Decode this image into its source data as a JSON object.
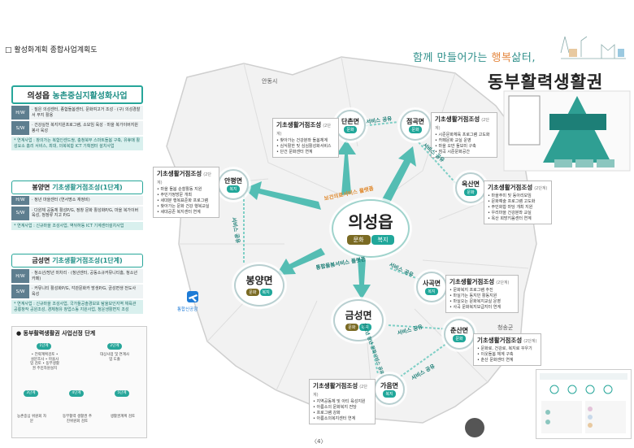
{
  "page": {
    "header": "□ 활성화계획 종합사업계획도",
    "slogan_pre": "함께 만들어가는 ",
    "slogan_hl": "행복",
    "slogan_post": "삶터,",
    "title": "동부활력생활권",
    "page_number": "〈4〉",
    "place_andong": "안동시",
    "place_cheongsong": "청송군",
    "airport_label": "통합신공항"
  },
  "left_sections": [
    {
      "title_pre": "의성읍 ",
      "title_hl": "농촌중심지활성화사업",
      "hw": "· 질은 의성센터, 종합돌봄센터, 문화여고거 조성 · (구) 의성경찰서 부지 활용",
      "sw": "· 건강실천 복지지원프로그램, 소모임 육성 · 마을 복가이버지원봉사 육성",
      "link": "* 연계사업 : 창의가는 복합인센드쌍, 충청북부 스마트돌봄 구축, 유휴매 활성요소 홈리 서비스, 최대, 의복복합 ICT 기획점터 설치사업"
    },
    {
      "title_pre": "봉양면 ",
      "title_hl": "기초생활거점조성",
      "title_suffix": "(1단계)",
      "hw": "· 정년 마을센터 (연서명소 재정비)",
      "sw": "· 다원체 공동체 활성P/G, 정창 문화 활성화P/G, 마을 복가이버 육성, 청정류 지고 P/G",
      "link": "* 연계사업 : 신규마을 조성사업, 역뒤하동 ICT 기계센터설치사업"
    },
    {
      "title_pre": "금성면 ",
      "title_hl": "기초생활거점조성",
      "title_suffix": "(1단계)",
      "hw": "· 청소년/방년 마차리 · (청년센터, 공동소규커뮤니티홈, 청소년카페)",
      "sw": "· 커뮤니티 활성화P/G, 각관문화카 방생P/G, 금성면생 전도사 육성",
      "link": "* 연계사업 : 신규마을 조성사업, 국가들공솔경보보 탐울보인지역 체육관 공룡창작 공원조성, 경체청유 창업스동 지원사업, 청운생활면지 조성"
    }
  ],
  "stage": {
    "title": "동부활력생활권 사업선정 단계",
    "steps": [
      {
        "n": "1단계",
        "text": "• 전략계획검토 • 설문조사 • 마을사업 검토 • 동부생활권 주민자원설치"
      },
      {
        "n": "2단계",
        "text": "대상사업 및 연계사업 도출"
      },
      {
        "n": "3단계",
        "text": "농촌중심 위원회 자문"
      },
      {
        "n": "4단계",
        "text": "동부활력 생활권 추진위원회 검토"
      },
      {
        "n": "5단계",
        "text": "생활권계획 검토"
      }
    ]
  },
  "centers": [
    {
      "id": "uiseong",
      "name": "의성읍",
      "tags": [
        "문화",
        "복지"
      ]
    },
    {
      "id": "bongyang",
      "name": "봉양면",
      "tags": [
        "문화",
        "복지"
      ]
    },
    {
      "id": "geumseong",
      "name": "금성면",
      "tags": [
        "문화",
        "복지"
      ]
    },
    {
      "id": "danchon",
      "name": "단촌면",
      "tags": [
        "문화"
      ]
    },
    {
      "id": "jeomgok",
      "name": "점곡면",
      "tags": [
        "문화"
      ]
    },
    {
      "id": "anpyeong",
      "name": "안평면",
      "tags": [
        "복지"
      ]
    },
    {
      "id": "oksan",
      "name": "옥산면",
      "tags": [
        "문화"
      ]
    },
    {
      "id": "sagok",
      "name": "사곡면",
      "tags": [
        "복지"
      ]
    },
    {
      "id": "chunsan",
      "name": "춘산면",
      "tags": [
        "문화"
      ]
    },
    {
      "id": "gaeum",
      "name": "가음면",
      "tags": [
        "복지"
      ]
    }
  ],
  "project_boxes": [
    {
      "id": "danchon",
      "title": "기초생활거점조성",
      "stage": "(2단계)",
      "items": [
        "찾아가는 건강분좌 돌봄체계",
        "심식활한 및 심심활성화서비스",
        "단건 문화센터 연계"
      ]
    },
    {
      "id": "jeomgok",
      "title": "기초생활거점조성",
      "stage": "(2단계)",
      "items": [
        "시준문화체육 프로그램 고도화",
        "카페문화 교실 운영",
        "마을 오만 돌보미 구축",
        "점곡 시준문화공간"
      ]
    },
    {
      "id": "anpyeong",
      "title": "기초생활거점조성",
      "stage": "(2단계)",
      "items": [
        "마을 돌봄 순찰활동 지원",
        "주민가정방문 개최",
        "세대분 행복표준화 프로그램",
        "찾아가는 문화 건강 행복교실",
        "세대공존 복지센터 연계"
      ]
    },
    {
      "id": "oksan",
      "title": "기초생활거점조성",
      "stage": "(2단계)",
      "items": [
        "마을주미 및 동아리모임",
        "문화예술 프로그램 고도화",
        "주민화합 마당 개최 지원",
        "우리마을 건강분좌 교실",
        "옥산 희망키움센터 연계"
      ]
    },
    {
      "id": "sagok",
      "title": "기초생활거점조성",
      "stage": "(2단계)",
      "items": [
        "문화복지 프로그램 추진",
        "마실가는 동지민 활동지원",
        "마실오는 문화복지교실 운영",
        "사곡 문화복지보급지터 연계"
      ]
    },
    {
      "id": "chunsan",
      "title": "기초생활거점조성",
      "stage": "(2단계)",
      "items": [
        "문화로, 건강로, 복지로 꾸우기",
        "이웃돌봄 체계 구축",
        "춘산 문화센터 연계"
      ]
    },
    {
      "id": "gaeum",
      "title": "기초생활거점조성",
      "stage": "(2단계)",
      "items": [
        "지역공동체 및 아티 육성지원",
        "아름소의 문화복지 전당",
        "프로그램 강화",
        "아름소의복지센터 연계"
      ]
    }
  ],
  "services": {
    "health": "보건의료서비스 플랫폼",
    "care": "통합돌봄서비스 플랫폼",
    "share1": "서비스 공유",
    "share2": "서비스 공유",
    "share3": "서비스 공유",
    "share4": "서비스 공유",
    "share5": "서비스 공유",
    "share6": "서비스 공유",
    "youth": "청소년 청년 문화서비스 공유"
  },
  "colors": {
    "teal": "#27a69a",
    "olive": "#7a6a23",
    "arrow": "#3fbcb0"
  }
}
